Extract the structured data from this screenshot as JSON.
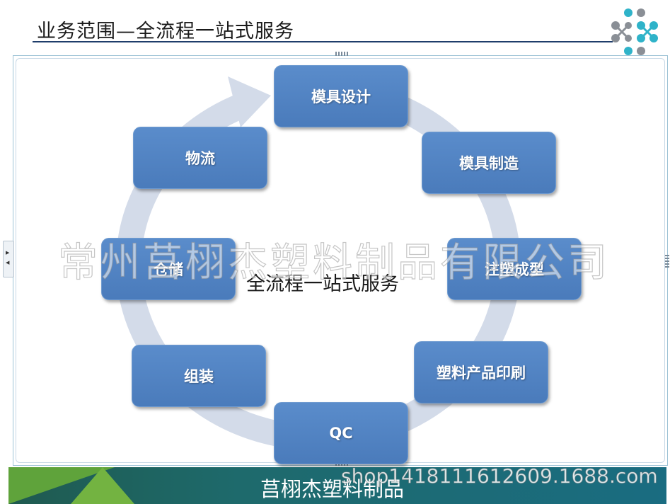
{
  "title": "业务范围—全流程一站式服务",
  "center_label": "全流程一站式服务",
  "steps": [
    "模具设计",
    "模具制造",
    "注塑成型",
    "塑料产品印刷",
    "QC",
    "组装",
    "仓储",
    "物流"
  ],
  "watermark": "常州莒栩杰塑料制品有限公司",
  "footer": {
    "company": "莒栩杰塑料制品",
    "url": "shop1418111612609.1688.com"
  },
  "colors": {
    "box": "#4f81bd",
    "ring": "#d3dbe9",
    "title_rule": "#1f3d6b",
    "logo_teal": "#2fb3c9",
    "logo_gray": "#8a8f96"
  }
}
